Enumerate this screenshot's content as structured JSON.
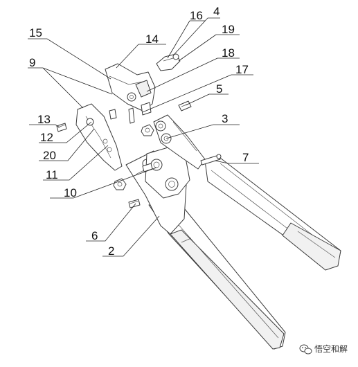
{
  "labels": {
    "n16": "16",
    "n4": "4",
    "n19": "19",
    "n15": "15",
    "n14": "14",
    "n18": "18",
    "n9": "9",
    "n17": "17",
    "n5": "5",
    "n13": "13",
    "n3": "3",
    "n12": "12",
    "n20": "20",
    "n7": "7",
    "n11": "11",
    "n10": "10",
    "n6": "6",
    "n2": "2"
  },
  "watermark": {
    "icon": "wechat-icon",
    "text": "悟空和解"
  }
}
